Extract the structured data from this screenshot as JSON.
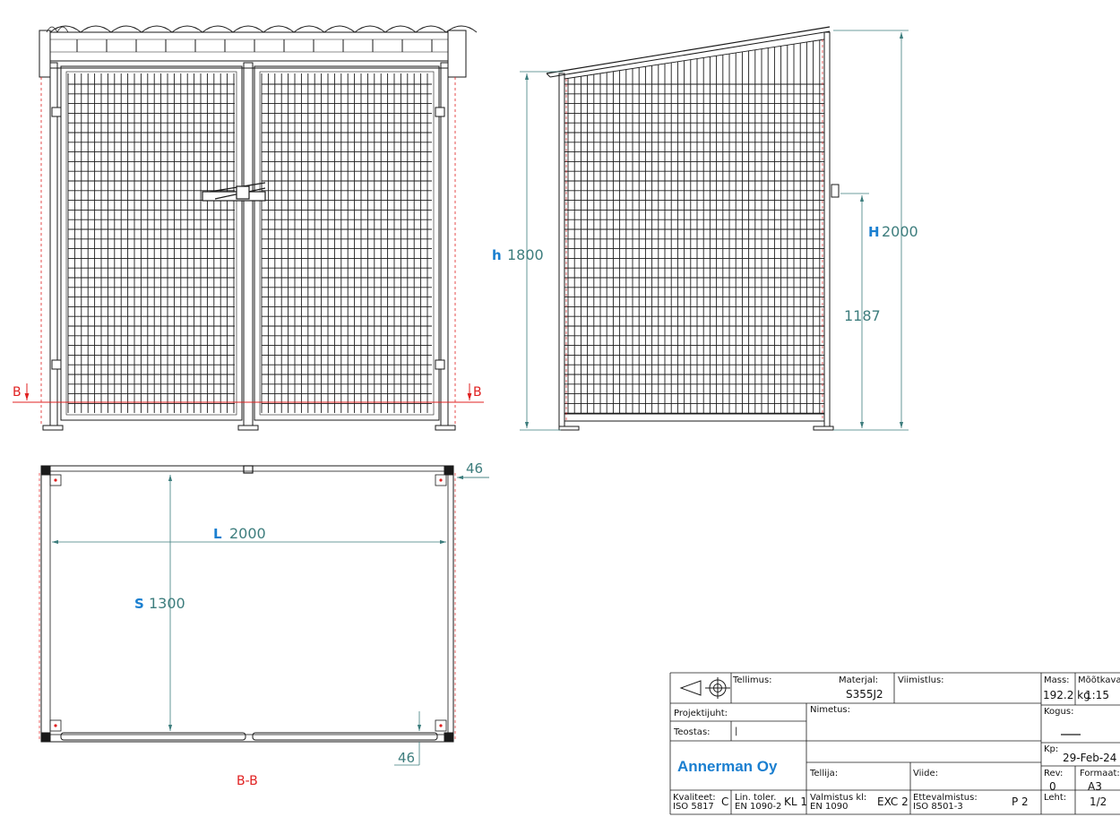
{
  "dimensions": {
    "h": {
      "letter": "h",
      "value": "1800"
    },
    "H": {
      "letter": "H",
      "value": "2000"
    },
    "door_handle": "1187",
    "L": {
      "letter": "L",
      "value": "2000"
    },
    "S": {
      "letter": "S",
      "value": "1300"
    },
    "offset_top": "46",
    "offset_bottom": "46"
  },
  "section": {
    "marker_left": "B",
    "marker_right": "B",
    "label": "B-B"
  },
  "colors": {
    "dimension": "#3d7d7d",
    "accent": "#1a7fd0",
    "section": "#e02020",
    "line": "#1a1a1a"
  },
  "title_block": {
    "tellimus_label": "Tellimus:",
    "materjal_label": "Materjal:",
    "materjal_value": "S355J2",
    "viimistlus_label": "Viimistlus:",
    "mass_label": "Mass:",
    "mass_value": "192.2 kg",
    "mootkava_label": "Mõõtkava:",
    "mootkava_value": "1:15",
    "projektijuht_label": "Projektijuht:",
    "nimetus_label": "Nimetus:",
    "kogus_label": "Kogus:",
    "teostas_label": "Teostas:",
    "teostas_value": "|",
    "kp_label": "Kp:",
    "kp_value": "29-Feb-24",
    "company": "Annerman Oy",
    "tellija_label": "Tellija:",
    "viide_label": "Viide:",
    "rev_label": "Rev:",
    "rev_value": "0",
    "formaat_label": "Formaat:",
    "formaat_value": "A3",
    "kvaliteet_label1": "Kvaliteet:",
    "kvaliteet_label2": "ISO 5817",
    "kvaliteet_value": "C",
    "lin_label1": "Lin. toler.",
    "lin_label2": "EN 1090-2",
    "lin_value": "KL 1",
    "valmistus_label1": "Valmistus kl:",
    "valmistus_label2": "EN 1090",
    "valmistus_value": "EXC 2",
    "ettevalmistus_label1": "Ettevalmistus:",
    "ettevalmistus_label2": "ISO 8501-3",
    "ettevalmistus_value": "P 2",
    "leht_label": "Leht:",
    "leht_value": "1/2"
  }
}
